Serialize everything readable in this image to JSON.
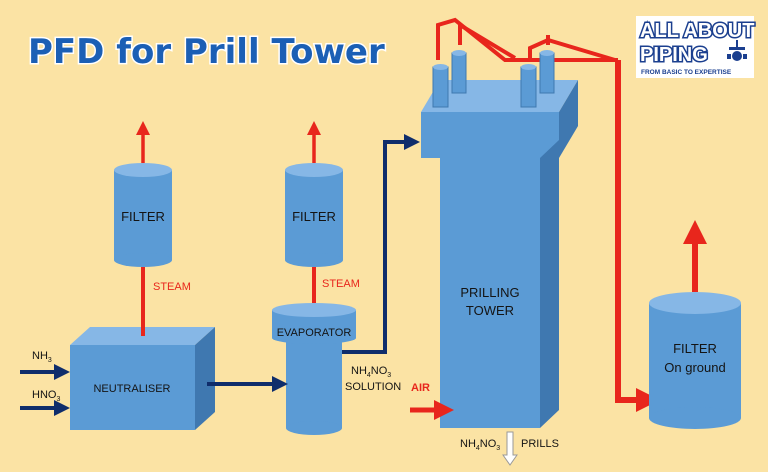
{
  "title": "PFD for Prill Tower",
  "logo": {
    "line1": "ALL ABOUT",
    "line2": "PIPING",
    "line3": "FROM BASIC TO EXPERTISE"
  },
  "equipment": {
    "filter1": "FILTER",
    "filter2": "FILTER",
    "filter3_line1": "FILTER",
    "filter3_line2": "On ground",
    "neutraliser": "NEUTRALISER",
    "evaporator": "EVAPORATOR",
    "tower_line1": "PRILLING",
    "tower_line2": "TOWER"
  },
  "streams": {
    "nh3": "NH",
    "nh3_sub": "3",
    "hno3": "HNO",
    "hno3_sub": "3",
    "steam1": "STEAM",
    "steam2": "STEAM",
    "solution_nh": "NH",
    "solution_sub1": "4",
    "solution_no": "NO",
    "solution_sub2": "3",
    "solution_word": "SOLUTION",
    "air": "AIR",
    "prills_nh": "NH",
    "prills_sub1": "4",
    "prills_no": "NO",
    "prills_sub2": "3",
    "prills_word": "PRILLS"
  },
  "colors": {
    "background": "#fbe3a4",
    "equipment_fill": "#5b9bd5",
    "equipment_dark": "#3f78b0",
    "equipment_light": "#86b7e6",
    "red_line": "#e8261c",
    "navy_line": "#0f2d6b",
    "title_blue": "#1b5fb5"
  }
}
